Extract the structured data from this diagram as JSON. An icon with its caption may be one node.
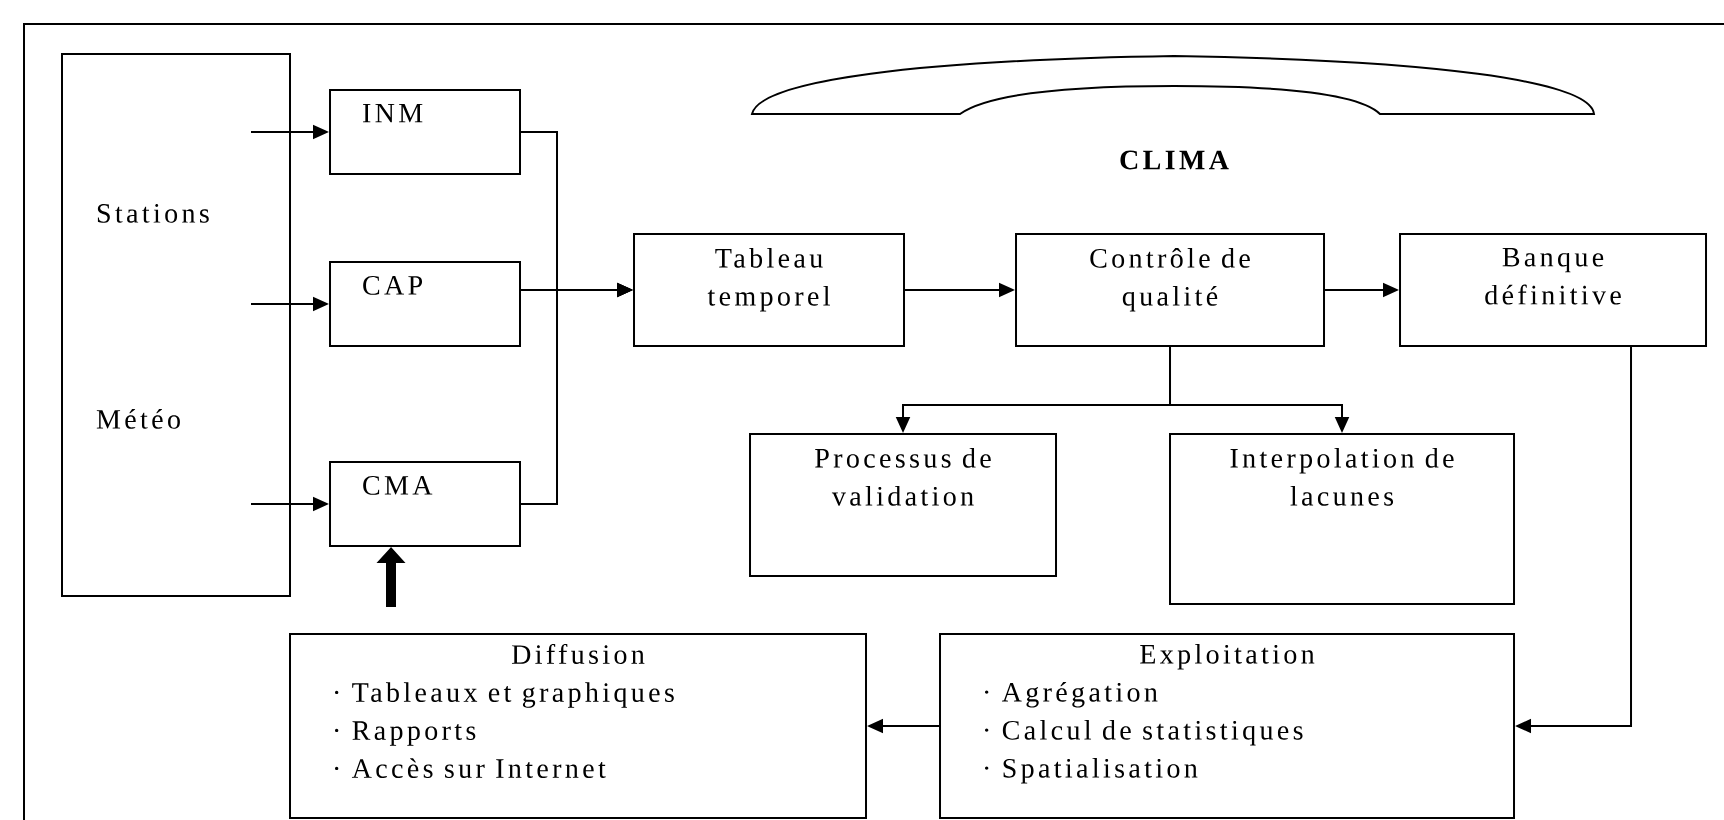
{
  "diagram": {
    "nodes": [
      {
        "text": [
          "Stations",
          "Météo"
        ]
      },
      {
        "text": [
          "INM"
        ]
      },
      {
        "text": [
          "CAP"
        ]
      },
      {
        "text": [
          "CMA"
        ]
      },
      {
        "text": [
          "Tableau temporel"
        ]
      },
      {
        "text": [
          "Contrôle de qualité"
        ]
      },
      {
        "text": [
          "Banque définitive"
        ]
      },
      {
        "text": [
          "Processus de validation"
        ]
      },
      {
        "text": [
          "Interpolation de lacunes"
        ]
      },
      {
        "text": [
          "Diffusion",
          "· Tableaux et graphiques",
          "· Rapports",
          "· Accès sur Internet"
        ]
      },
      {
        "text": [
          "Exploitation",
          "· Agrégation",
          "· Calcul de statistiques",
          "· Spatialisation"
        ]
      }
    ],
    "edges": [
      {
        "from": 0,
        "to": 1,
        "arrow": "to"
      },
      {
        "from": 0,
        "to": 2,
        "arrow": "to"
      },
      {
        "from": 0,
        "to": 3,
        "arrow": "to"
      },
      {
        "from": null,
        "to": 3,
        "arrow": "to",
        "style": "thick"
      },
      {
        "from": 1,
        "to": 4,
        "arrow": "to"
      },
      {
        "from": 2,
        "to": 4,
        "arrow": "to"
      },
      {
        "from": 3,
        "to": 4,
        "arrow": "to"
      },
      {
        "from": 4,
        "to": 5,
        "arrow": "to"
      },
      {
        "from": 5,
        "to": 6,
        "arrow": "to"
      },
      {
        "from": 5,
        "to": 7,
        "arrow": "to"
      },
      {
        "from": 5,
        "to": 8,
        "arrow": "to"
      },
      {
        "from": 6,
        "to": 10,
        "arrow": "to"
      },
      {
        "from": 10,
        "to": 9,
        "arrow": "to"
      }
    ],
    "labels": [
      "CLIMA"
    ]
  }
}
